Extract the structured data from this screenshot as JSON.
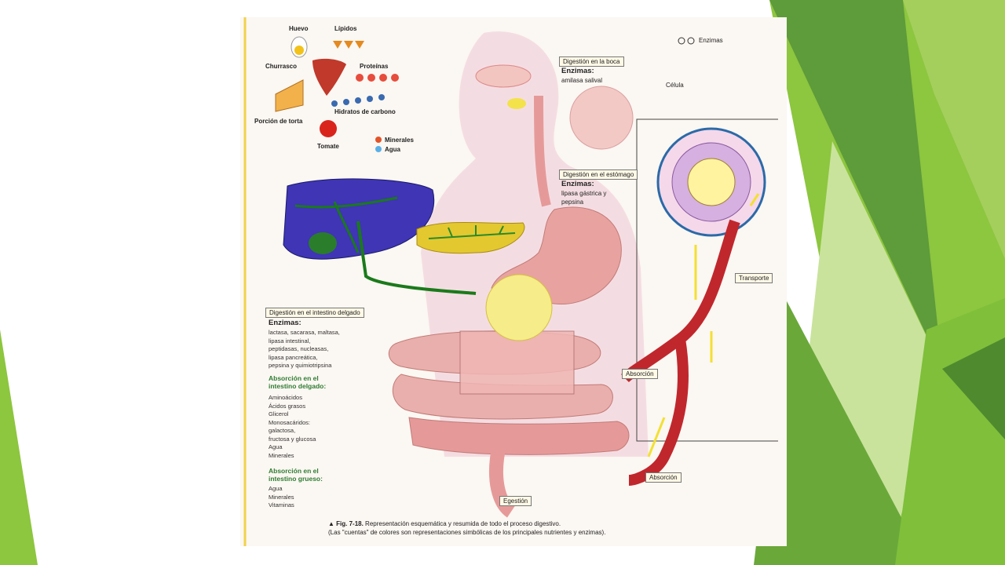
{
  "legend": {
    "huevo": "Huevo",
    "lipidos": "Lípidos",
    "churrasco": "Churrasco",
    "proteinas": "Proteínas",
    "hidratos": "Hidratos de carbono",
    "torta": "Porción de torta",
    "tomate": "Tomate",
    "minerales": "Minerales",
    "agua": "Agua",
    "enzimas": "Enzimas"
  },
  "boca": {
    "title": "Digestión en la boca",
    "enz_label": "Enzimas:",
    "enz": "amilasa salival"
  },
  "estomago": {
    "title": "Digestión en el estómago",
    "enz_label": "Enzimas:",
    "enz_lines": [
      "lipasa gástrica y",
      "pepsina"
    ]
  },
  "celula": "Célula",
  "transporte": "Transporte",
  "absorcion1": "Absorción",
  "absorcion2": "Absorción",
  "egestion": "Egestión",
  "intestino": {
    "title": "Digestión en el intestino delgado",
    "enz_label": "Enzimas:",
    "enz_lines": [
      "lactasa, sacarasa, maltasa,",
      "lipasa intestinal,",
      "peptidasas, nucleasas,",
      "lipasa pancreática,",
      "pepsina y quimiotripsina"
    ]
  },
  "abs_delgado": {
    "title_lines": [
      "Absorción en el",
      "intestino delgado:"
    ],
    "items": [
      "Aminoácidos",
      "Ácidos grasos",
      "Glicerol",
      "Monosacáridos:",
      "galactosa,",
      "fructosa y glucosa",
      "Agua",
      "Minerales"
    ]
  },
  "abs_grueso": {
    "title_lines": [
      "Absorción en el",
      "intestino grueso:"
    ],
    "items": [
      "Agua",
      "Minerales",
      "Vitaminas"
    ]
  },
  "caption": {
    "marker": "▲ Fig. 7-18.",
    "line1": " Representación esquemática y resumida de todo el proceso digestivo.",
    "line2": "(Las \"cuentas\" de colores son representaciones simbólicas de los principales nutrientes y enzimas)."
  },
  "colors": {
    "green_light": "#8dc63f",
    "green_dark": "#5e9b3a",
    "tract": "#e8a3a0",
    "blood": "#c0272d"
  }
}
